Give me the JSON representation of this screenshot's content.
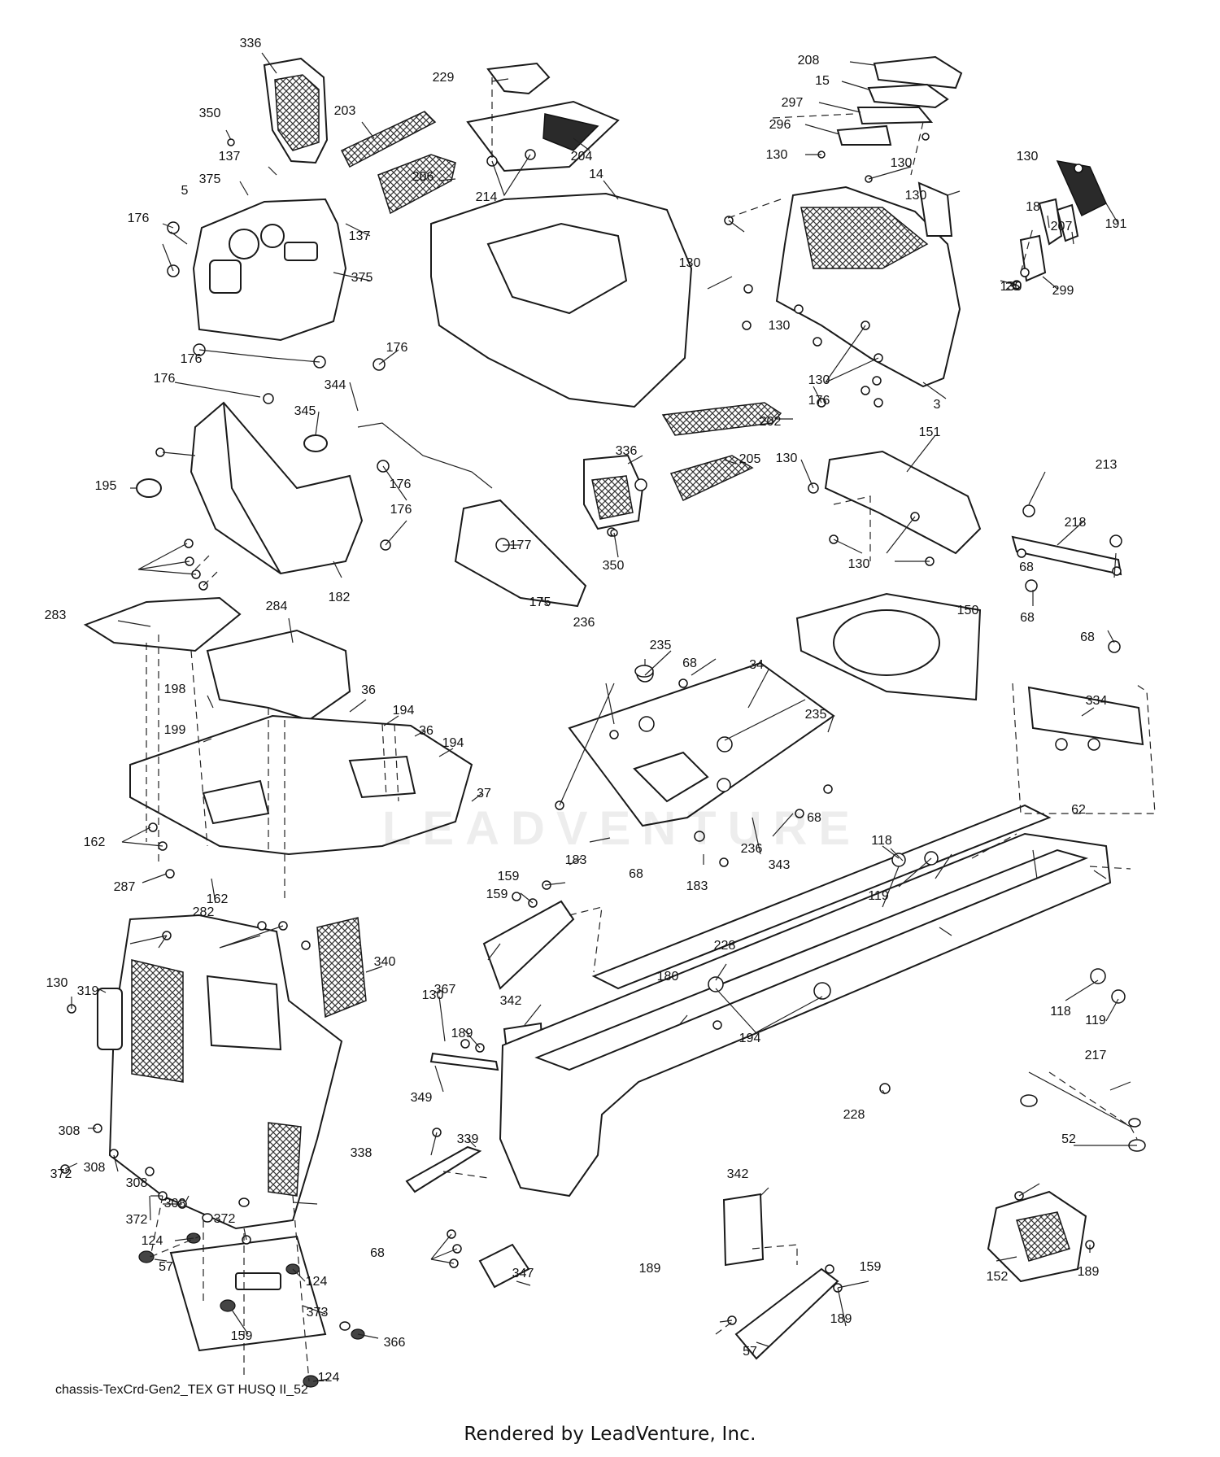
{
  "diagram": {
    "caption": "chassis-TexCrd-Gen2_TEX GT HUSQ II_52",
    "footer": "Rendered by LeadVenture, Inc.",
    "watermark": "LEADVENTURE",
    "labels": [
      "336",
      "350",
      "137",
      "203",
      "375",
      "5",
      "176",
      "137",
      "375",
      "176",
      "176",
      "176",
      "229",
      "204",
      "206",
      "214",
      "14",
      "208",
      "15",
      "297",
      "296",
      "130",
      "130",
      "130",
      "130",
      "130",
      "3",
      "18",
      "191",
      "207",
      "25",
      "130",
      "299",
      "130",
      "130",
      "176",
      "344",
      "345",
      "195",
      "176",
      "176",
      "182",
      "336",
      "205",
      "202",
      "130",
      "151",
      "130",
      "177",
      "350",
      "175",
      "213",
      "218",
      "68",
      "68",
      "283",
      "284",
      "236",
      "235",
      "68",
      "34",
      "150",
      "68",
      "235",
      "198",
      "36",
      "194",
      "36",
      "194",
      "199",
      "37",
      "334",
      "162",
      "287",
      "282",
      "183",
      "68",
      "183",
      "236",
      "343",
      "68",
      "62",
      "162",
      "118",
      "119",
      "159",
      "159",
      "367",
      "340",
      "228",
      "319",
      "130",
      "180",
      "130",
      "342",
      "189",
      "194",
      "118",
      "119",
      "349",
      "217",
      "308",
      "228",
      "308",
      "372",
      "52",
      "338",
      "339",
      "308",
      "372",
      "308",
      "372",
      "124",
      "342",
      "189",
      "57",
      "124",
      "68",
      "347",
      "159",
      "152",
      "189",
      "373",
      "189",
      "159",
      "57",
      "366",
      "124",
      "57"
    ],
    "legend_colors": {
      "ink": "#1a1a1a",
      "paper": "#ffffff"
    }
  }
}
